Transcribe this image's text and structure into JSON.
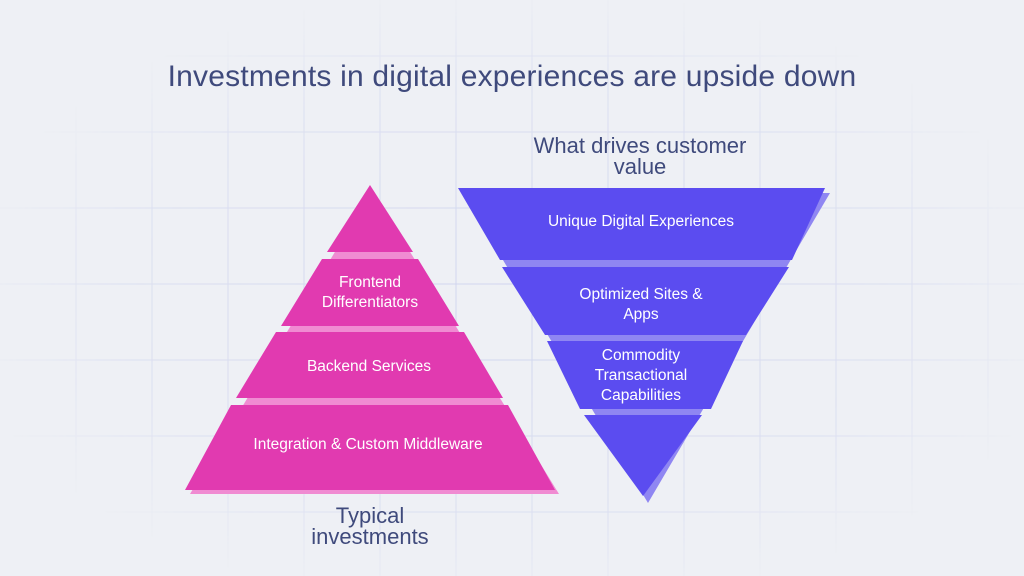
{
  "title": "Investments in digital experiences are upside down",
  "pyramid": {
    "caption_line1": "Typical",
    "caption_line2": "investments",
    "color": "#e13ab0",
    "layers": [
      {
        "line1": "",
        "line2": ""
      },
      {
        "line1": "Frontend",
        "line2": "Differentiators"
      },
      {
        "line1": "Backend Services",
        "line2": ""
      },
      {
        "line1": "Integration & Custom Middleware",
        "line2": ""
      }
    ]
  },
  "inverted": {
    "caption_line1": "What drives customer",
    "caption_line2": "value",
    "color": "#5b4cf0",
    "layers": [
      {
        "line1": "Unique Digital Experiences",
        "line2": "",
        "line3": ""
      },
      {
        "line1": "Optimized Sites &",
        "line2": "Apps",
        "line3": ""
      },
      {
        "line1": "Commodity",
        "line2": "Transactional",
        "line3": "Capabilities"
      },
      {
        "line1": "",
        "line2": "",
        "line3": ""
      }
    ]
  }
}
